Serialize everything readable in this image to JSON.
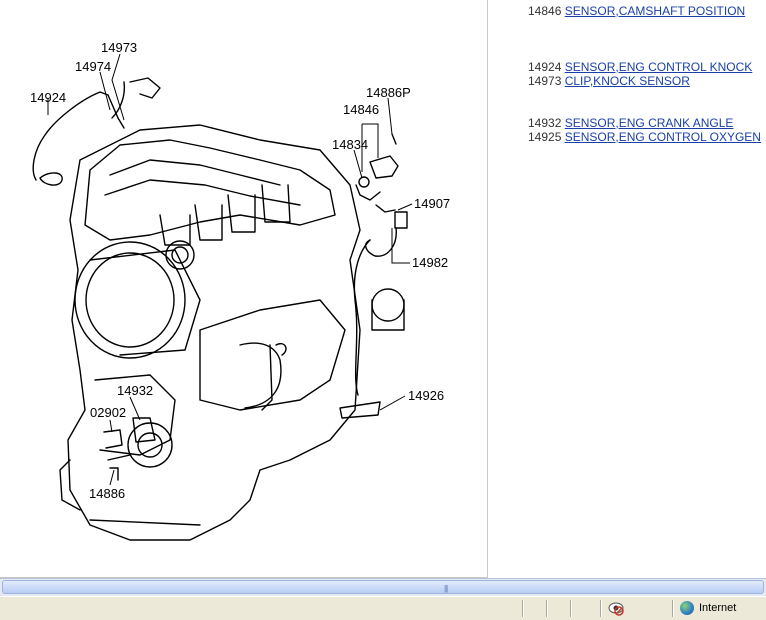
{
  "diagram": {
    "callouts": [
      "14973",
      "14974",
      "14924",
      "14886P",
      "14846",
      "14834",
      "14907",
      "14982",
      "14932",
      "02902",
      "14926",
      "14886"
    ]
  },
  "parts": [
    {
      "number": "14846",
      "name": "SENSOR,CAMSHAFT POSITION"
    },
    {
      "number": "14924",
      "name": "SENSOR,ENG CONTROL KNOCK"
    },
    {
      "number": "14973",
      "name": "CLIP,KNOCK SENSOR"
    },
    {
      "number": "14932",
      "name": "SENSOR,ENG CRANK ANGLE"
    },
    {
      "number": "14925",
      "name": "SENSOR,ENG CONTROL OXYGEN"
    }
  ],
  "scrollbar": {
    "grip": "|||"
  },
  "statusbar": {
    "zone": "Internet",
    "privacy_icon": "privacy-eye-icon",
    "zone_icon": "internet-globe-icon"
  },
  "colors": {
    "link": "#1a3fa8",
    "statusbar": "#ece9d8",
    "scrollbar": "#e4e9f2"
  }
}
